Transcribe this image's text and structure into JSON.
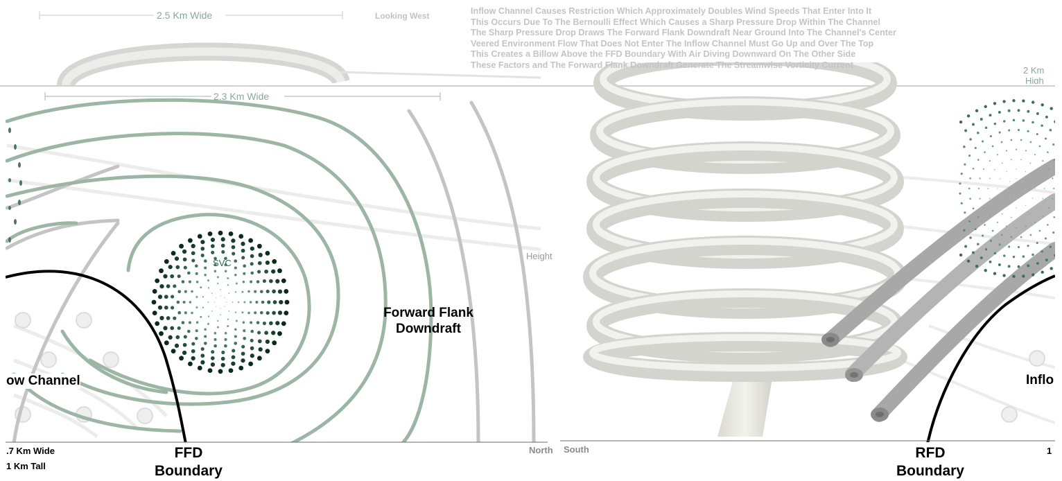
{
  "top_panel": {
    "width_label": "2.5 Km Wide",
    "view_label": "Looking West",
    "height_label_line1": "2 Km",
    "height_label_line2": "High",
    "notes": [
      "Inflow Channel Causes Restriction Which Approximately Doubles Wind Speeds That Enter Into It",
      "This Occurs Due To The Bernoulli Effect Which Causes a Sharp Pressure Drop Within The Channel",
      "The Sharp Pressure Drop Draws The Forward Flank Downdraft Near Ground Into The Channel's Center",
      "Veered Environment Flow That Does Not Enter The Inflow Channel Must Go Up and Over The Top",
      "This Creates a Billow Above the FFD Boundary With Air Diving Downward On The Other Side",
      "These Factors and The Forward Flank Downdraft Generate The Streamwise Vorticity Current"
    ]
  },
  "left_panel": {
    "width_label": "2.3 Km Wide",
    "height_label": "Height",
    "svc_label": "SVC",
    "ffd_label_line1": "Forward Flank",
    "ffd_label_line2": "Downdraft",
    "inflow_label": "ow Channel",
    "boundary_line1": "FFD",
    "boundary_line2": "Boundary",
    "dim_wide": ".7 Km Wide",
    "dim_tall": "1 Km Tall",
    "north_label": "North"
  },
  "right_panel": {
    "south_label": "South",
    "boundary_line1": "RFD",
    "boundary_line2": "Boundary",
    "inflow_label": "Inflo",
    "edge_label": "1"
  },
  "colors": {
    "streamline_green": "#9cb5a4",
    "streamline_gray": "#c4c4c4",
    "dimension_green": "#8aa897",
    "note_gray": "#c4c4c4",
    "vortex_dark": "#0b2a18",
    "vortex_light": "#8fd8c8",
    "boundary": "#000000"
  }
}
